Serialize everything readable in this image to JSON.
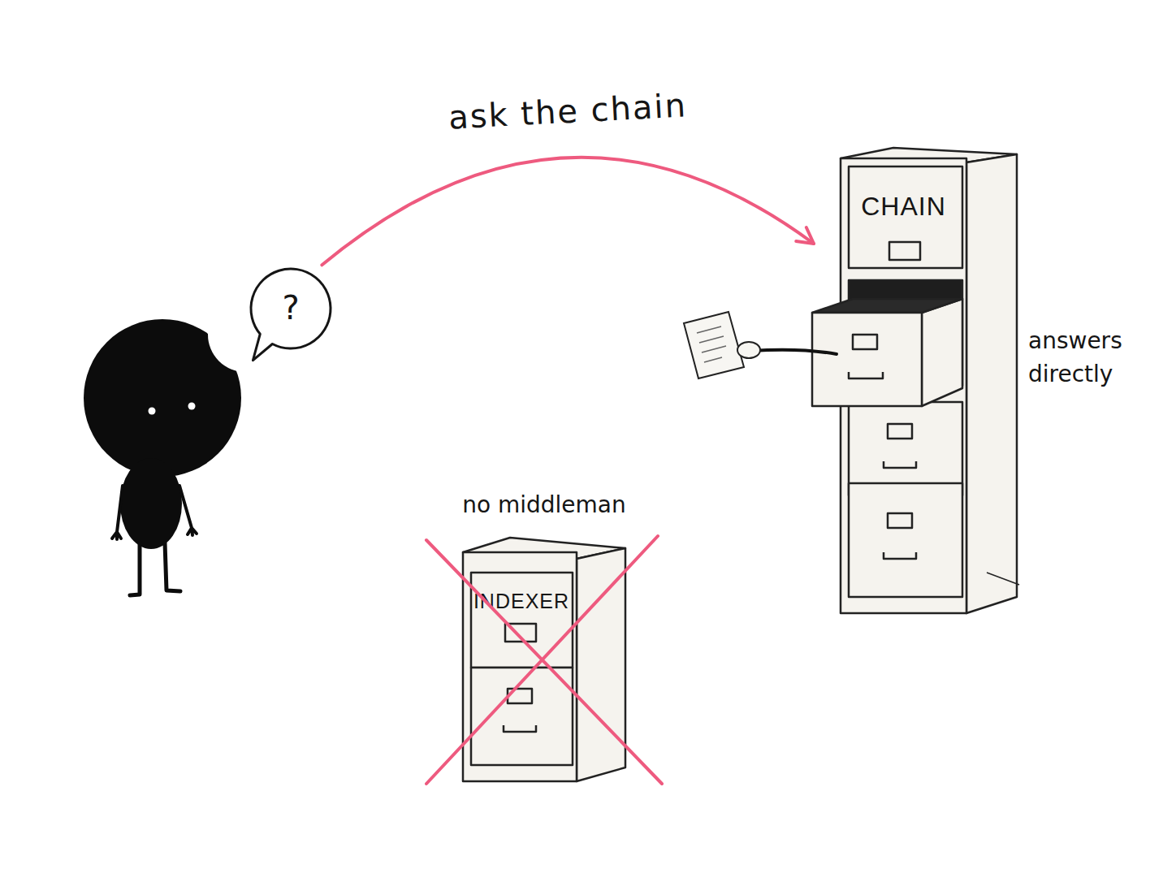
{
  "diagram": {
    "nodes": [
      {
        "text": [
          "?"
        ]
      },
      {
        "text": [
          "CHAIN"
        ]
      },
      {
        "text": [
          "no middleman",
          "INDEXER"
        ]
      }
    ],
    "edges": [
      {
        "from": 0,
        "to": 1,
        "arrow": "to",
        "label": "ask the chain"
      }
    ],
    "labels": [
      "answers directly"
    ]
  }
}
